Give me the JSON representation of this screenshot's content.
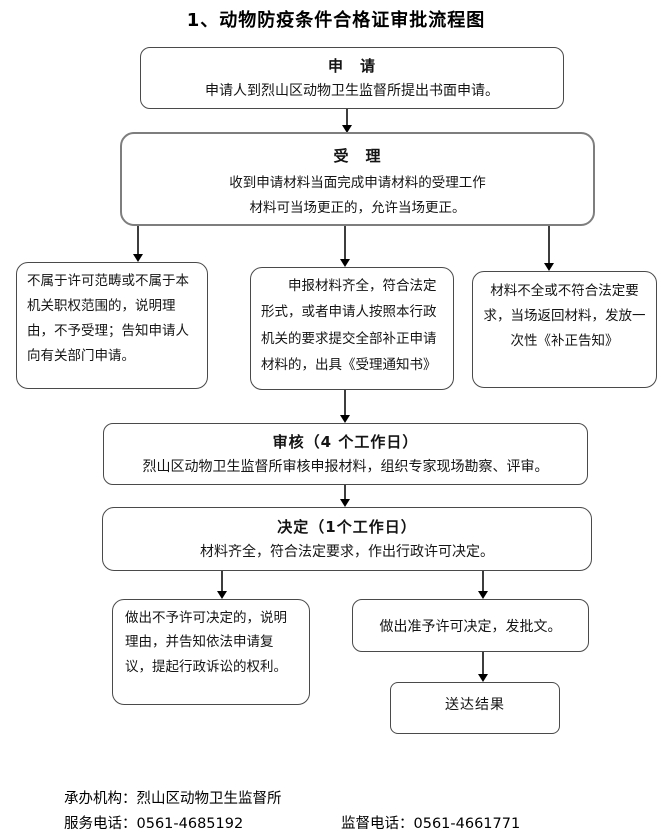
{
  "title": "1、动物防疫条件合格证审批流程图",
  "flow": {
    "apply": {
      "heading": "申　请",
      "body": "申请人到烈山区动物卫生监督所提出书面申请。"
    },
    "accept": {
      "heading": "受　理",
      "line1": "收到申请材料当面完成申请材料的受理工作",
      "line2": "材料可当场更正的，允许当场更正。"
    },
    "not_accepted": {
      "body": "不属于许可范畴或不属于本机关职权范围的，说明理由，不予受理；告知申请人向有关部门申请。"
    },
    "accept_notice": {
      "body": "申报材料齐全，符合法定形式，或者申请人按照本行政机关的要求提交全部补正申请材料的，出具《受理通知书》"
    },
    "incomplete": {
      "body": "材料不全或不符合法定要求，当场返回材料，发放一次性《补正告知》"
    },
    "review": {
      "heading": "审核（4 个工作日）",
      "body": "烈山区动物卫生监督所审核申报材料，组织专家现场勘察、评审。"
    },
    "decision": {
      "heading": "决定（1个工作日）",
      "body": "材料齐全，符合法定要求，作出行政许可决定。"
    },
    "deny": {
      "body": "做出不予许可决定的，说明理由，并告知依法申请复议，提起行政诉讼的权利。"
    },
    "approve": {
      "body": "做出准予许可决定，发批文。"
    },
    "deliver": {
      "body": "送达结果"
    }
  },
  "footer": {
    "agency": "承办机构：烈山区动物卫生监督所",
    "service_phone": "服务电话：0561-4685192",
    "supervision_phone": "监督电话：0561-4661771"
  },
  "colors": {
    "background": "#ffffff",
    "box_border": "#4a4a4a",
    "accept_box_border": "#7e7e7e",
    "text": "#141414"
  }
}
